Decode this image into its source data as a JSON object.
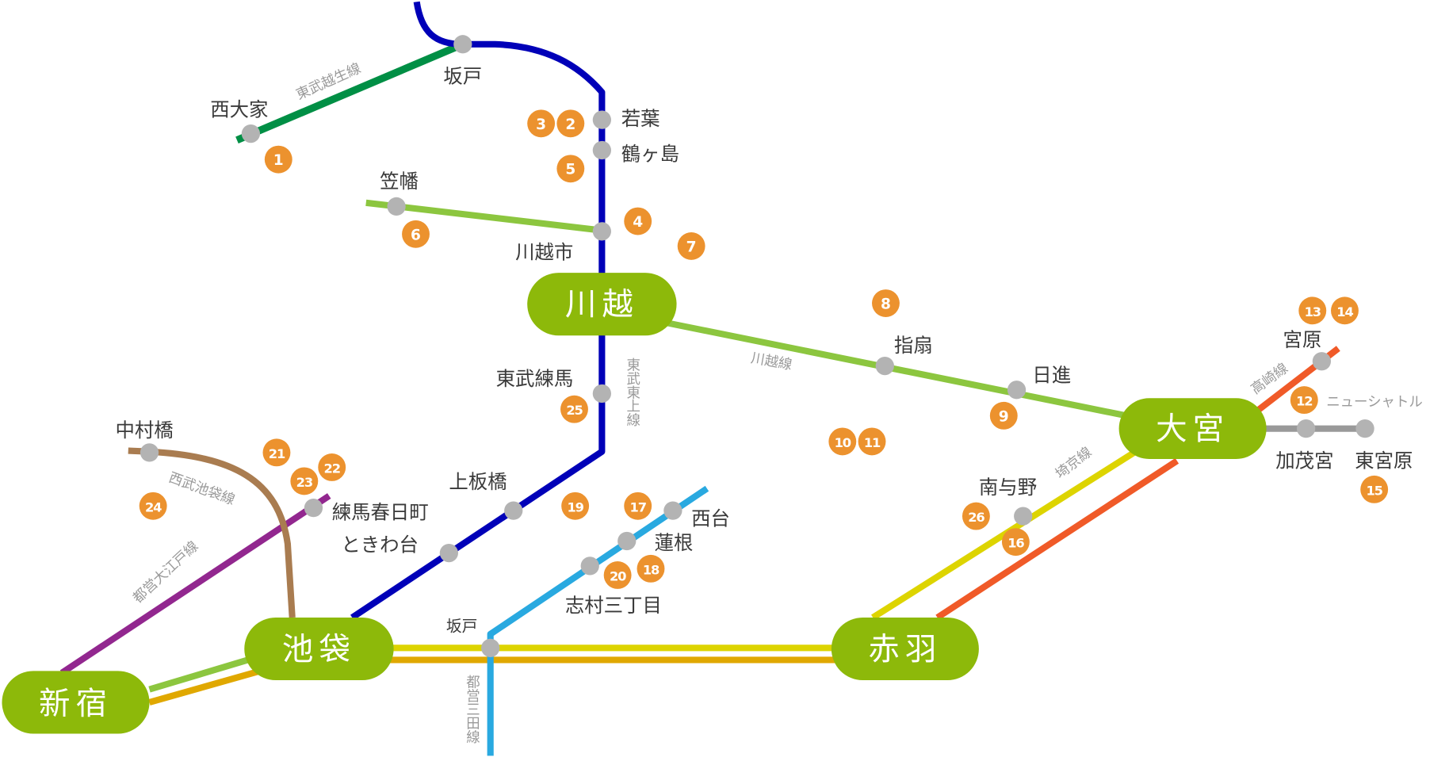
{
  "title": "路線図",
  "colors": {
    "hub": "#8db90a",
    "station": "#b3b3b3",
    "badge": "#ec922e",
    "tobu_tojo": "#0000b8",
    "tobu_ogose": "#008f45",
    "kawagoe_line": "#8cc63f",
    "takasaki_line": "#f05a28",
    "saikyo_line": "#ddd400",
    "shonan_line": "#e0a800",
    "mita_line": "#29a9e0",
    "oedo_line": "#92278f",
    "seibu_ikebukuro": "#a97c50",
    "new_shuttle": "#999999"
  },
  "hubs": {
    "kawagoe": "川越",
    "omiya": "大宮",
    "ikebukuro": "池袋",
    "akabane": "赤羽",
    "shinjuku": "新宿"
  },
  "stations": {
    "nishiooya": "西大家",
    "sakado_north": "坂戸",
    "wakaba": "若葉",
    "tsurugashima": "鶴ヶ島",
    "kasahata": "笠幡",
    "kawagoeshi": "川越市",
    "sashiogi": "指扇",
    "nisshin": "日進",
    "miyahara": "宮原",
    "kamo": "加茂宮",
    "higashimiyahara": "東宮原",
    "tobu_nerima": "東武練馬",
    "kamiitabashi": "上板橋",
    "tokiwadai": "ときわ台",
    "nakamurabashi": "中村橋",
    "nerima_kasugacho": "練馬春日町",
    "nishidai": "西台",
    "hasune": "蓮根",
    "shimura_sanchome": "志村三丁目",
    "sakado_south": "坂戸",
    "minami_yono": "南与野"
  },
  "lines": {
    "tobu_ogose": "東武越生線",
    "tobu_tojo": "東武東上線",
    "kawagoe_line": "川越線",
    "takasaki_line": "高崎線",
    "new_shuttle": "ニューシャトル",
    "saikyo_line": "埼京線",
    "seibu_ikebukuro": "西武池袋線",
    "oedo_line": "都営大江戸線",
    "mita_line": "都営三田線"
  },
  "markers": [
    "1",
    "2",
    "3",
    "4",
    "5",
    "6",
    "7",
    "8",
    "9",
    "10",
    "11",
    "12",
    "13",
    "14",
    "15",
    "16",
    "17",
    "18",
    "19",
    "20",
    "21",
    "22",
    "23",
    "24",
    "25",
    "26"
  ]
}
